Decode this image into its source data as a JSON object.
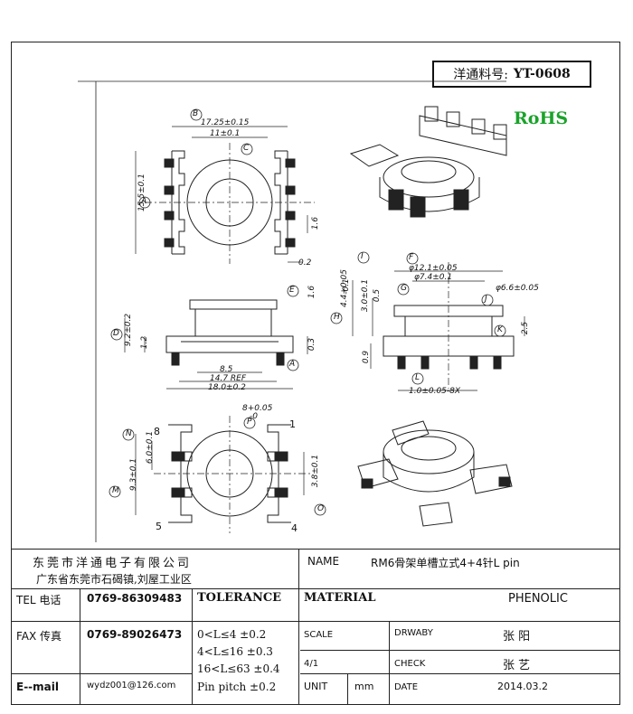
{
  "part_number": {
    "label": "洋通料号:",
    "value": "YT-0608"
  },
  "rohs": "RoHS",
  "drawing_labels": {
    "B": "B",
    "dimB": "17.25±0.15",
    "C": "C",
    "dimC": "11±0.1",
    "A": "A",
    "dimA": "15.5±0.1",
    "dim16a": "1.6",
    "dim02": "0.2",
    "E": "E",
    "dim16b": "1.6",
    "D": "D",
    "dimD": "9.2±0.2",
    "dim12": "1.2",
    "dim03": "0.3",
    "dim85": "8.5",
    "dim147": "14.7 REF",
    "dim18": "18.0±0.2",
    "Ab": "A",
    "I": "I",
    "F": "F",
    "dimF1": "φ12.1±0.05",
    "dimF2": "φ7.4±0.1",
    "G": "G",
    "J": "J",
    "dimJ": "φ6.6±0.05",
    "H": "H",
    "dimH1": "4.4+0.05",
    "dimH1b": "-0.1",
    "dim30": "3.0±0.1",
    "dim05": "0.5",
    "K": "K",
    "dim25": "2.5",
    "dim09": "0.9",
    "L": "L",
    "dimL": "1.0±0.05-8X",
    "P": "P",
    "dimP": "8+0.05",
    "dimPb": "-0",
    "N": "N",
    "dimN": "6.0±0.1",
    "M": "M",
    "dimM": "9.3±0.1",
    "O": "O",
    "dimO": "3.8±0.1",
    "pin8": "8",
    "pin1": "1",
    "pin5": "5",
    "pin4": "4"
  },
  "title_block": {
    "company": "东莞市洋通电子有限公司",
    "address": "广东省东莞市石碣镇,刘屋工业区",
    "name_label": "NAME",
    "name_value": "RM6骨架单槽立式4+4针L pin",
    "tel_label": "TEL 电话",
    "tel_value": "0769-86309483",
    "tolerance_label": "TOLERANCE",
    "material_label": "MATERIAL",
    "material_value": "PHENOLIC",
    "fax_label": "FAX 传真",
    "fax_value": "0769-89026473",
    "tol1": "0<L≤4  ±0.2",
    "tol2": "4<L≤16 ±0.3",
    "tol3": "16<L≤63 ±0.4",
    "tol4": "Pin pitch ±0.2",
    "scale_label": "SCALE",
    "scale_value": "4/1",
    "drawby_label": "DRWABY",
    "drawby_value": "张 阳",
    "check_label": "CHECK",
    "check_value": "张 艺",
    "email_label": "E--mail",
    "email_value": "wydz001@126.com",
    "unit_label": "UNIT",
    "unit_value": "mm",
    "date_label": "DATE",
    "date_value": "2014.03.2"
  }
}
